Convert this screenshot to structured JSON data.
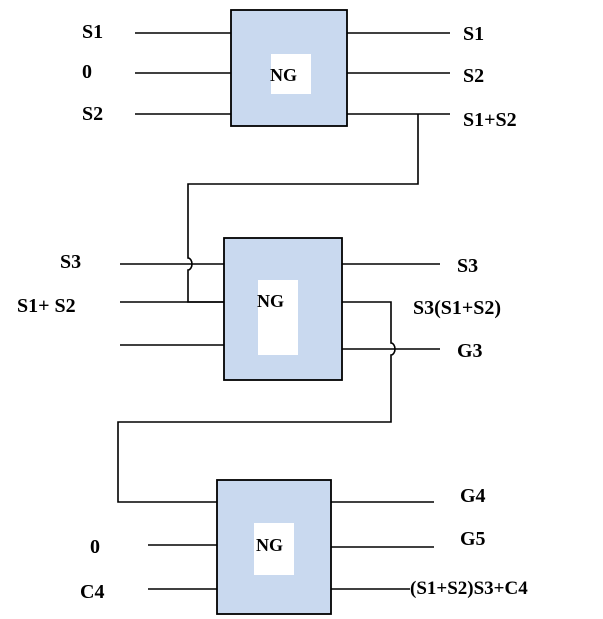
{
  "gates": [
    {
      "name": "NG",
      "inputs": [
        "S1",
        "0",
        "S2"
      ],
      "outputs": [
        "S1",
        "S2",
        "S1+S2"
      ]
    },
    {
      "name": "NG",
      "inputs": [
        "S3",
        "S1+ S2",
        ""
      ],
      "outputs": [
        "S3",
        "S3(S1+S2)",
        "G3"
      ]
    },
    {
      "name": "NG",
      "inputs": [
        "",
        "0",
        "C4"
      ],
      "outputs": [
        "G4",
        "G5",
        "(S1+S2)S3+C4"
      ]
    }
  ],
  "colors": {
    "gate_fill": "#c9d9ef",
    "gate_label_bg": "#ffffff",
    "wire": "#000000"
  }
}
